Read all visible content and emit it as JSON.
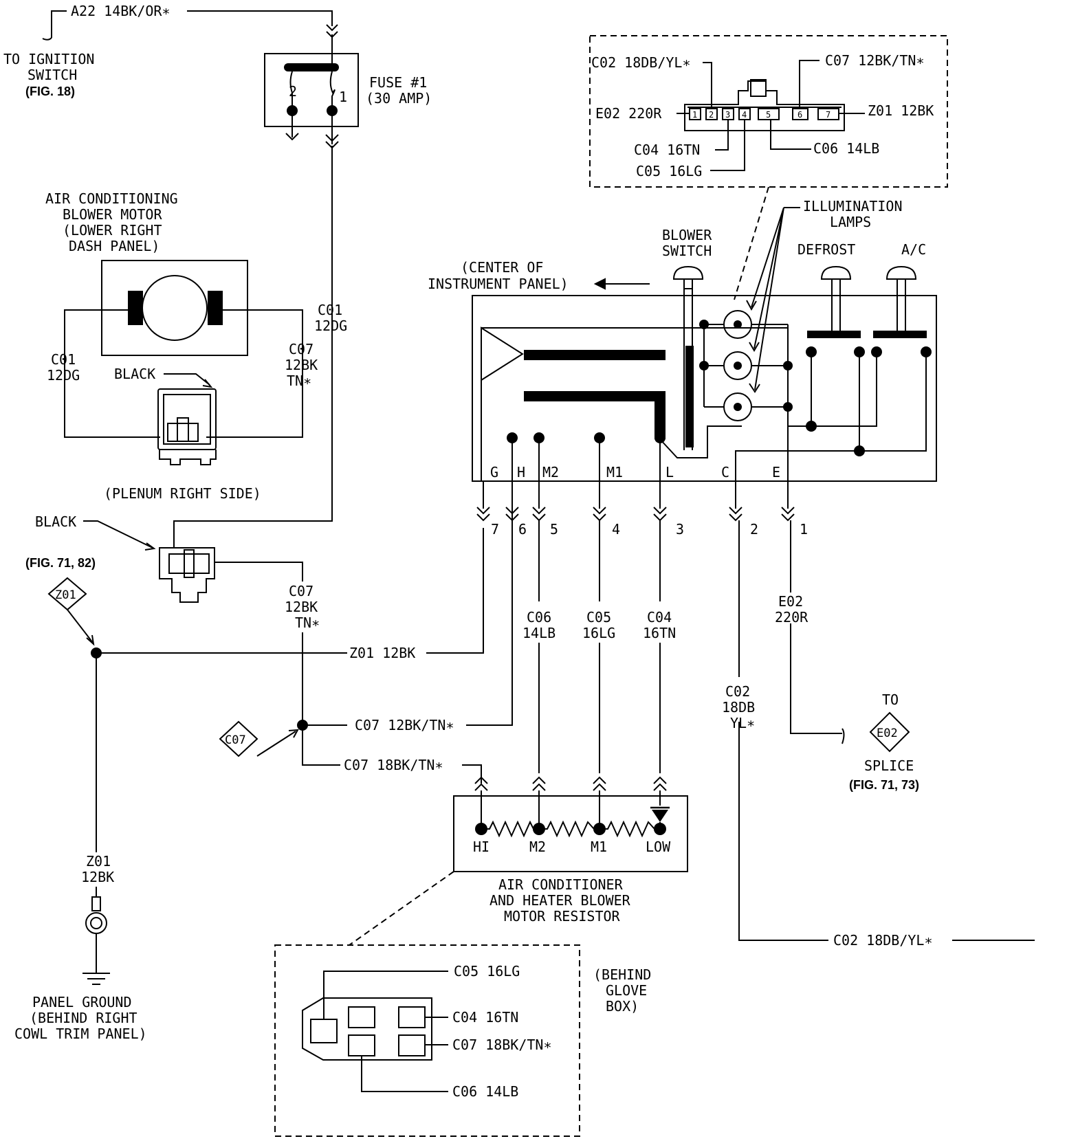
{
  "labels": {
    "ignition_wire": "A22  14BK/OR∗",
    "to_ignition_1": "TO IGNITION",
    "to_ignition_2": "SWITCH",
    "fig18": "(FIG. 18)",
    "fuse_1": "FUSE #1",
    "fuse_2": "(30 AMP)",
    "fuse_pin2": "2",
    "fuse_pin1": "1",
    "blower_motor_1": "AIR CONDITIONING",
    "blower_motor_2": "BLOWER MOTOR",
    "blower_motor_3": "(LOWER RIGHT",
    "blower_motor_4": "DASH PANEL)",
    "c01_left_1": "C01",
    "c01_left_2": "12DG",
    "c01_right_1": "C01",
    "c01_right_2": "12DG",
    "c07_motor_1": "C07",
    "c07_motor_2": "12BK",
    "c07_motor_3": "TN∗",
    "black_1": "BLACK",
    "plenum": "(PLENUM RIGHT SIDE)",
    "black_2": "BLACK",
    "fig71_82": "(FIG. 71, 82)",
    "z01_diamond": "Z01",
    "c07_mid_1": "C07",
    "c07_mid_2": "12BK",
    "c07_mid_3": "TN∗",
    "z01_wire": "Z01  12BK",
    "c07_wire_a": "C07  12BK/TN∗",
    "c07_diamond": "C07",
    "c07_wire_b": "C07  18BK/TN∗",
    "z01_ground_1": "Z01",
    "z01_ground_2": "12BK",
    "panel_ground_1": "PANEL GROUND",
    "panel_ground_2": "(BEHIND RIGHT",
    "panel_ground_3": "COWL TRIM PANEL)",
    "conn_c02": "C02  18DB/YL∗",
    "conn_c07": "C07  12BK/TN∗",
    "conn_e02": "E02  220R",
    "conn_z01": "Z01  12BK",
    "conn_c04": "C04  16TN",
    "conn_c06": "C06  14LB",
    "conn_c05": "C05  16LG",
    "conn_pins": [
      "1",
      "2",
      "3",
      "4",
      "5",
      "6",
      "7"
    ],
    "illumination_1": "ILLUMINATION",
    "illumination_2": "LAMPS",
    "blower_switch_1": "BLOWER",
    "blower_switch_2": "SWITCH",
    "defrost": "DEFROST",
    "ac": "A/C",
    "center_panel_1": "(CENTER OF",
    "center_panel_2": "INSTRUMENT PANEL)",
    "terminals": [
      "G",
      "H",
      "M2",
      "M1",
      "L",
      "C",
      "E"
    ],
    "cavities": [
      "7",
      "6",
      "5",
      "4",
      "3",
      "2",
      "1"
    ],
    "c06_1": "C06",
    "c06_2": "14LB",
    "c05_1": "C05",
    "c05_2": "16LG",
    "c04_1": "C04",
    "c04_2": "16TN",
    "e02_1": "E02",
    "e02_2": "220R",
    "c02_1": "C02",
    "c02_2": "18DB",
    "c02_3": "YL∗",
    "to": "TO",
    "e02_diamond": "E02",
    "splice": "SPLICE",
    "fig71_73": "(FIG. 71, 73)",
    "res_hi": "HI",
    "res_m2": "M2",
    "res_m1": "M1",
    "res_low": "LOW",
    "resistor_1": "AIR CONDITIONER",
    "resistor_2": "AND HEATER BLOWER",
    "resistor_3": "MOTOR RESISTOR",
    "c02_bottom": "C02  18DB/YL∗",
    "rc_c05": "C05  16LG",
    "rc_c04": "C04  16TN",
    "rc_c07": "C07  18BK/TN∗",
    "rc_c06": "C06  14LB",
    "glove_1": "(BEHIND",
    "glove_2": "GLOVE",
    "glove_3": "BOX)"
  }
}
